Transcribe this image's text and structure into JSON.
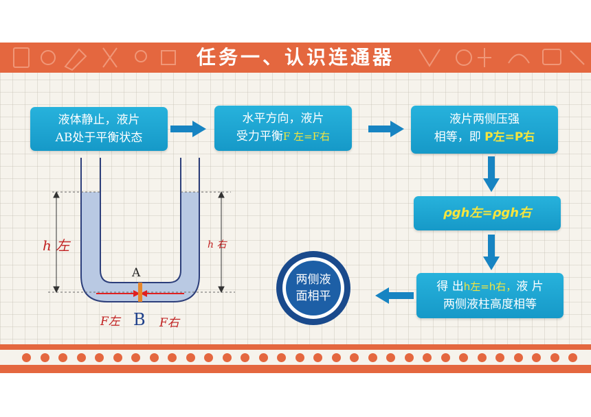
{
  "header": {
    "title": "任务一、认识连通器"
  },
  "steps": {
    "s1": {
      "line1": "液体静止，液片",
      "line2": "AB处于平衡状态"
    },
    "s2": {
      "line1": "水平方向，液片",
      "line2_a": "受力平衡",
      "line2_b": "F 左=F右"
    },
    "s3": {
      "line1": "液片两侧压强",
      "line2_a": "相等，即 ",
      "line2_b": "P左=P右"
    },
    "s4": {
      "text": "ρgh左=ρgh右"
    },
    "s5": {
      "line1_a": "得 出",
      "line1_b": "h左=h右，",
      "line1_c": "液 片",
      "line2": "两侧液柱高度相等"
    },
    "result": {
      "line1": "两侧液",
      "line2": "面相平"
    }
  },
  "diagram": {
    "h_left": "h 左",
    "h_right": "h 右",
    "point_a": "A",
    "point_b": "B",
    "f_left": "F左",
    "f_right": "F右"
  },
  "colors": {
    "banner": "#e4673f",
    "box": "#1ea7d6",
    "highlight": "#f6e53d",
    "liquid": "#b9c9e3",
    "force_arrow": "#e02020"
  }
}
